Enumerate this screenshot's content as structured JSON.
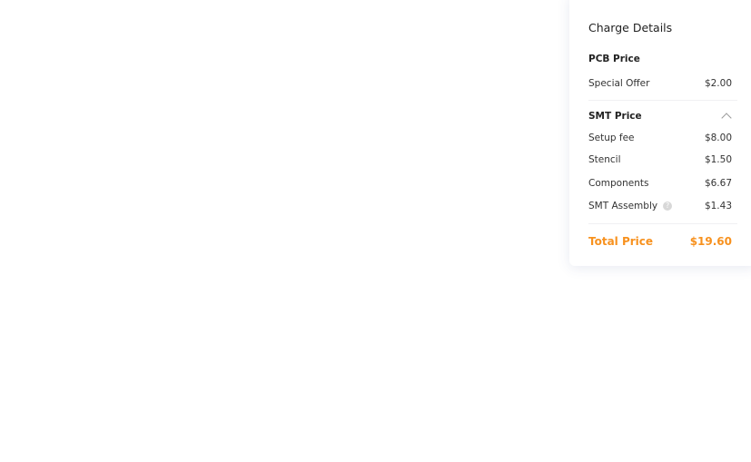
{
  "title": "Charge Details",
  "pcb": {
    "label": "PCB Price",
    "items": [
      {
        "label": "Special Offer",
        "value": "$2.00"
      }
    ]
  },
  "smt": {
    "label": "SMT Price",
    "items": [
      {
        "label": "Setup fee",
        "value": "$8.00"
      },
      {
        "label": "Stencil",
        "value": "$1.50"
      },
      {
        "label": "Components",
        "value": "$6.67"
      },
      {
        "label": "SMT Assembly",
        "value": "$1.43"
      }
    ]
  },
  "help_glyph": "?",
  "total": {
    "label": "Total Price",
    "value": "$19.60"
  },
  "colors": {
    "accent": "#f7911e"
  }
}
